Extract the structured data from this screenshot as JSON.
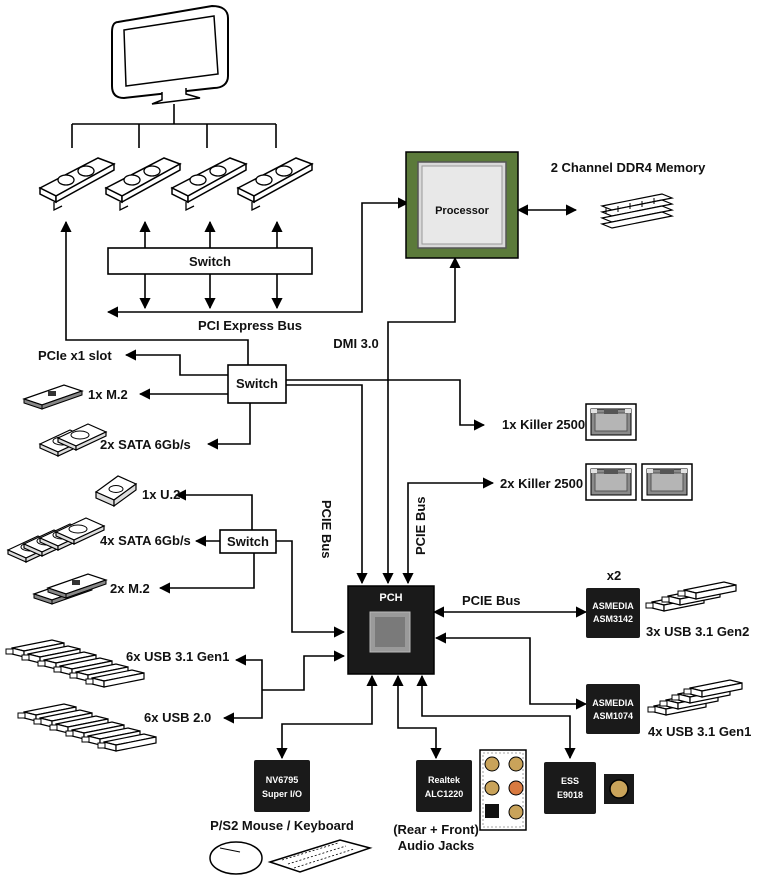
{
  "processor": {
    "label": "Processor"
  },
  "memory": {
    "label": "2 Channel DDR4 Memory"
  },
  "pcie_switch": {
    "label": "Switch"
  },
  "pci_express_bus": {
    "label": "PCI Express Bus"
  },
  "dmi": {
    "label": "DMI 3.0"
  },
  "switch_mid": {
    "label": "Switch"
  },
  "switch_low": {
    "label": "Switch"
  },
  "pcie_x1": {
    "label": "PCIe x1 slot"
  },
  "m2_1x": {
    "label": "1x M.2"
  },
  "sata_2x": {
    "label": "2x SATA 6Gb/s"
  },
  "killer_1x": {
    "label": "1x Killer 2500"
  },
  "killer_2x": {
    "label": "2x Killer 2500"
  },
  "u2_1x": {
    "label": "1x U.2"
  },
  "sata_4x": {
    "label": "4x SATA 6Gb/s"
  },
  "m2_2x": {
    "label": "2x M.2"
  },
  "pcie_bus_left": {
    "label": "PCIE Bus"
  },
  "pcie_bus_mid": {
    "label": "PCIE Bus"
  },
  "pcie_bus_right": {
    "label": "PCIE Bus"
  },
  "pch": {
    "label": "PCH"
  },
  "usb31g1_6x": {
    "label": "6x USB 3.1 Gen1"
  },
  "usb20_6x": {
    "label": "6x USB 2.0"
  },
  "asm3142": {
    "line1": "ASMEDIA",
    "line2": "ASM3142",
    "multiplier": "x2",
    "ports": "3x USB 3.1 Gen2"
  },
  "asm1074": {
    "line1": "ASMEDIA",
    "line2": "ASM1074",
    "ports": "4x USB 3.1 Gen1"
  },
  "superio": {
    "line1": "NV6795",
    "line2": "Super I/O",
    "device": "P/S2 Mouse / Keyboard"
  },
  "realtek": {
    "line1": "Realtek",
    "line2": "ALC1220",
    "device_line1": "(Rear + Front)",
    "device_line2": "Audio Jacks"
  },
  "ess": {
    "line1": "ESS",
    "line2": "E9018"
  },
  "colors": {
    "chip": "#1a1a1a",
    "cpu_pcb": "#5b7a3a",
    "cpu_lid": "#d9d9d9",
    "port": "#8a8a8a"
  }
}
